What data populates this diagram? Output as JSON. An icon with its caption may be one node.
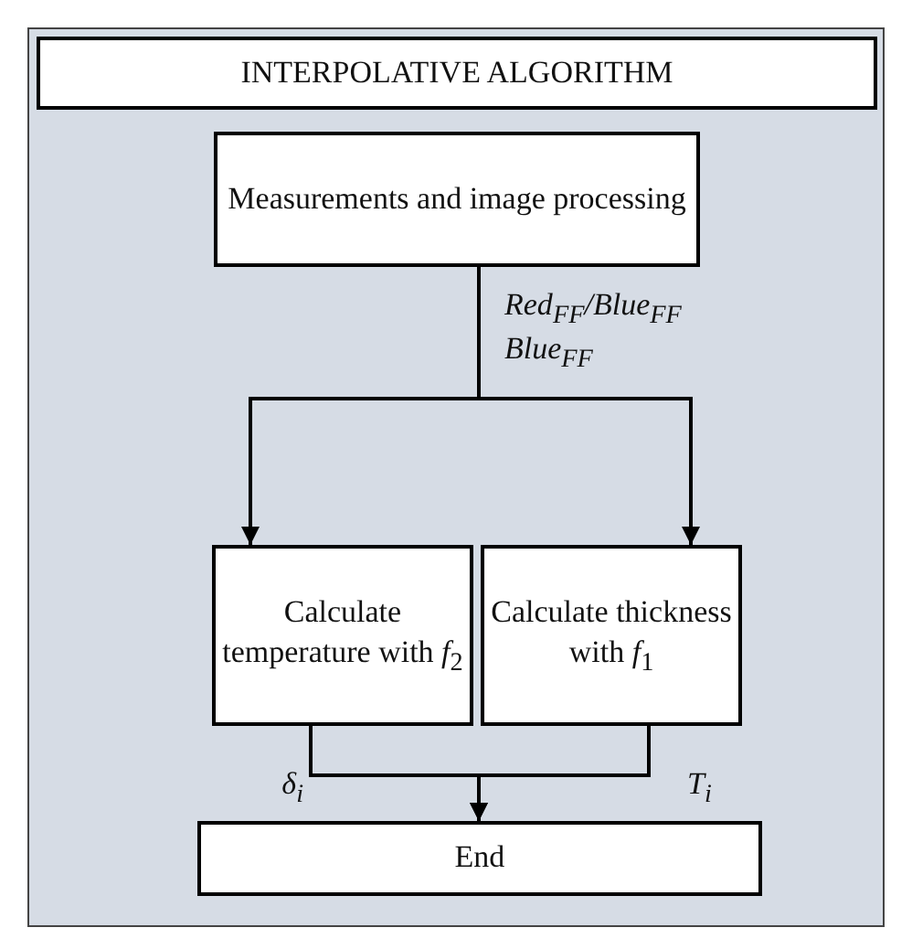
{
  "diagram": {
    "nodes": [
      {
        "text": [
          "INTERPOLATIVE ALGORITHM"
        ]
      },
      {
        "text": [
          "Measurements and image processing"
        ]
      },
      {
        "text": [
          "Calculate temperature with *f*$_{2}$"
        ]
      },
      {
        "text": [
          "Calculate thickness with *f*$_{1}$"
        ]
      },
      {
        "text": [
          "End"
        ]
      }
    ],
    "edges": [
      {
        "from": 1,
        "to": 2,
        "arrow": "to"
      },
      {
        "from": 1,
        "to": 3,
        "arrow": "to"
      },
      {
        "from": 2,
        "to": 4,
        "arrow": "to",
        "label": "δ$_{i}$"
      },
      {
        "from": 3,
        "to": 4,
        "arrow": "to",
        "label": "T$_{i}$"
      }
    ],
    "labels": [
      "Red$_{FF}$/Blue$_{FF}$",
      "Blue$_{FF}$"
    ]
  }
}
